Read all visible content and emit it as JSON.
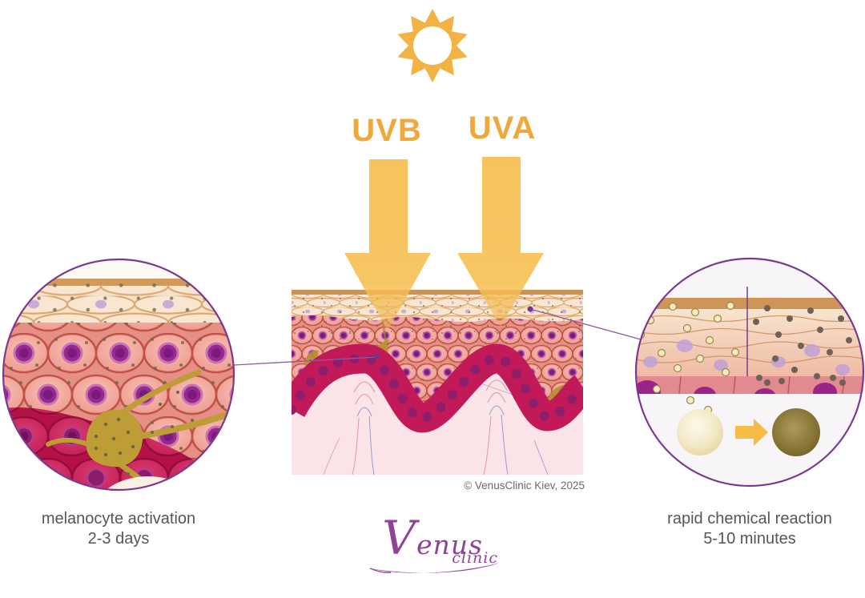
{
  "diagram": {
    "uv_labels": {
      "uvb": "UVB",
      "uva": "UVA"
    },
    "captions": {
      "left": {
        "line1": "melanocyte activation",
        "line2": "2-3 days"
      },
      "right": {
        "line1": "rapid chemical reaction",
        "line2": "5-10 minutes"
      }
    },
    "copyright": "© VenusClinic Kiev, 2025",
    "logo": {
      "brand": "Venus",
      "suffix": "clinic"
    }
  },
  "icons": {
    "sun": "sun-icon",
    "uvb_arrow": "uvb-arrow-icon",
    "uva_arrow": "uva-arrow-icon",
    "reaction_arrow": "reaction-arrow-icon"
  },
  "colors": {
    "accent-orange": "#F2AC3E",
    "uv-label-orange": "#F0A83C",
    "arrow-orange": "#F5BE51",
    "circle-border-purple": "#7C3890",
    "connector-purple": "#8A5CA6",
    "logo-purple": "#8E4397",
    "caption-gray": "#565656",
    "copyright-gray": "#6A6A6A",
    "epidermis-pink": "#EE9C94",
    "basal-crimson": "#C21A58",
    "dermis-pink": "#FBE4E8",
    "stratum-tan": "#CB9254",
    "cream-layer": "#F7E1C9",
    "nucleus-magenta": "#8F268A",
    "lavender-nucleus": "#C3A6DA",
    "melanocyte-olive": "#BE9C36",
    "melanin-light-dot": "#F6EBBD",
    "melanin-dark-dot": "#6F6156"
  }
}
